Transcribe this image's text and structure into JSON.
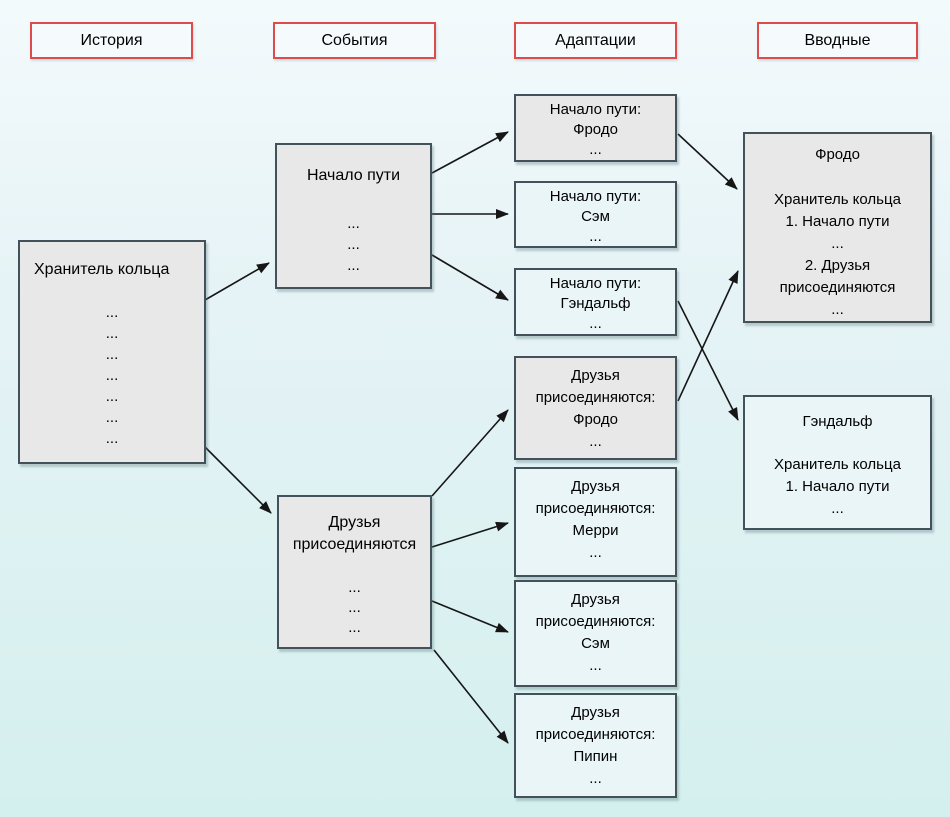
{
  "palette": {
    "background_top": "#f3fafc",
    "background_bottom": "#d4f0ee",
    "node_gray_fill": "#e8e8e8",
    "node_cyan_fill": "#eaf5f8",
    "node_border": "#43525a",
    "header_border_red": "#dd4b4b",
    "header_fill": "#f5fbfd",
    "arrow_color": "#161616"
  },
  "headers": {
    "history": "История",
    "events": "События",
    "adaptations": "Адаптации",
    "inputs": "Вводные"
  },
  "nodes": {
    "keeper": {
      "title": "Хранитель кольца",
      "body": "...\n...\n...\n...\n...\n...\n..."
    },
    "journey_start": {
      "title": "Начало пути",
      "body": "...\n...\n..."
    },
    "friends_join": {
      "title": "Друзья\nприсоединяются",
      "body": "...\n...\n..."
    },
    "journey_frodo": {
      "text": "Начало пути:\nФродо\n..."
    },
    "journey_sam": {
      "text": "Начало пути:\nСэм\n..."
    },
    "journey_gandalf": {
      "text": "Начало пути:\nГэндальф\n..."
    },
    "friends_frodo": {
      "text": "Друзья\nприсоединяются:\nФродо\n..."
    },
    "friends_merry": {
      "text": "Друзья\nприсоединяются:\nМерри\n..."
    },
    "friends_sam": {
      "text": "Друзья\nприсоединяются:\nСэм\n..."
    },
    "friends_pippin": {
      "text": "Друзья\nприсоединяются:\nПипин\n..."
    },
    "summary_frodo": {
      "title": "Фродо",
      "body": "Хранитель кольца\n1. Начало пути\n...\n2. Друзья\nприсоединяются\n..."
    },
    "summary_gandalf": {
      "title": "Гэндальф",
      "body": "Хранитель кольца\n1. Начало пути\n..."
    }
  }
}
